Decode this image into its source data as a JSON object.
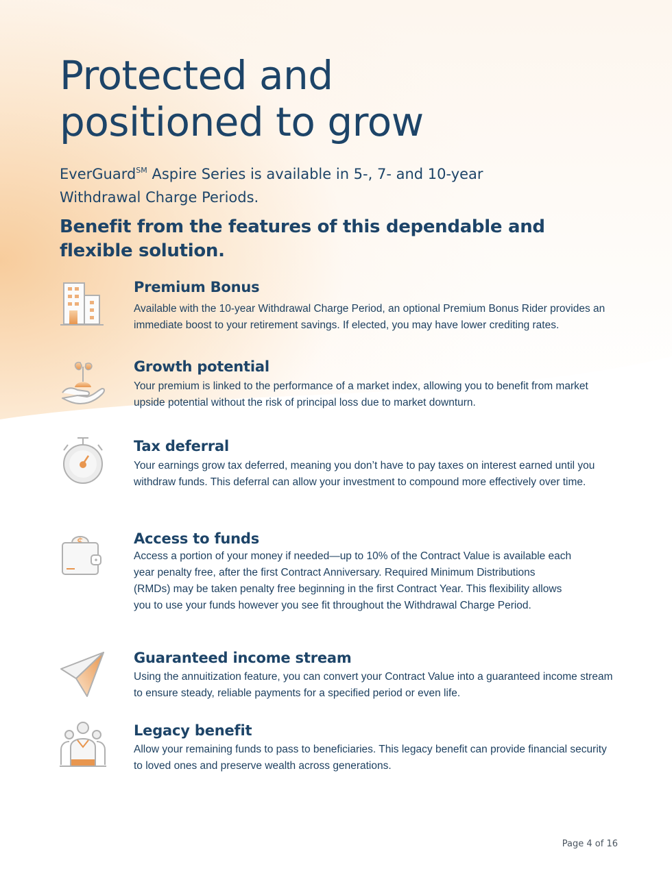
{
  "page": {
    "title_line1": "Protected and",
    "title_line2": "positioned to grow",
    "subtitle_brand": "EverGuard",
    "subtitle_mark": "SM",
    "subtitle_rest": " Aspire Series is available in 5-, 7- and 10-year Withdrawal Charge Periods.",
    "lead": "Benefit from the features of this dependable and flexible solution."
  },
  "features": [
    {
      "icon": "building-icon",
      "title": "Premium Bonus",
      "body": "Available with the 10-year Withdrawal Charge Period, an optional Premium Bonus Rider provides an immediate boost to your retirement savings. If elected, you may have lower crediting rates."
    },
    {
      "icon": "hand-sprout-icon",
      "title": "Growth potential",
      "body": "Your premium is linked to the performance of a market index, allowing you to benefit from market upside potential without the risk of principal loss due to market downturn."
    },
    {
      "icon": "stopwatch-icon",
      "title": "Tax deferral",
      "body": "Your earnings grow tax deferred, meaning you don’t have to pay taxes on interest earned until you withdraw funds. This deferral can allow your investment to compound more effectively over time."
    },
    {
      "icon": "wallet-icon",
      "title": "Access to funds",
      "body": "Access a portion of your money if needed—up to 10% of the Contract Value is available each year penalty free, after the first Contract Anniversary. Required Minimum Distributions (RMDs) may be taken penalty free beginning in the first Contract Year. This flexibility allows you to use your funds however you see fit throughout the Withdrawal Charge Period."
    },
    {
      "icon": "paper-plane-icon",
      "title": "Guaranteed income stream",
      "body": "Using the annuitization feature, you can convert your Contract Value into a guaranteed income stream to ensure steady, reliable payments for a specified period or even life."
    },
    {
      "icon": "family-icon",
      "title": "Legacy benefit",
      "body": "Allow your remaining funds to pass to beneficiaries. This legacy benefit can provide financial security to loved ones and preserve wealth across generations."
    }
  ],
  "footer": {
    "page_label": "Page 4 of 16"
  },
  "colors": {
    "heading": "#1d4468",
    "accent_orange": "#e8964f",
    "icon_gray": "#a8a8a8"
  }
}
